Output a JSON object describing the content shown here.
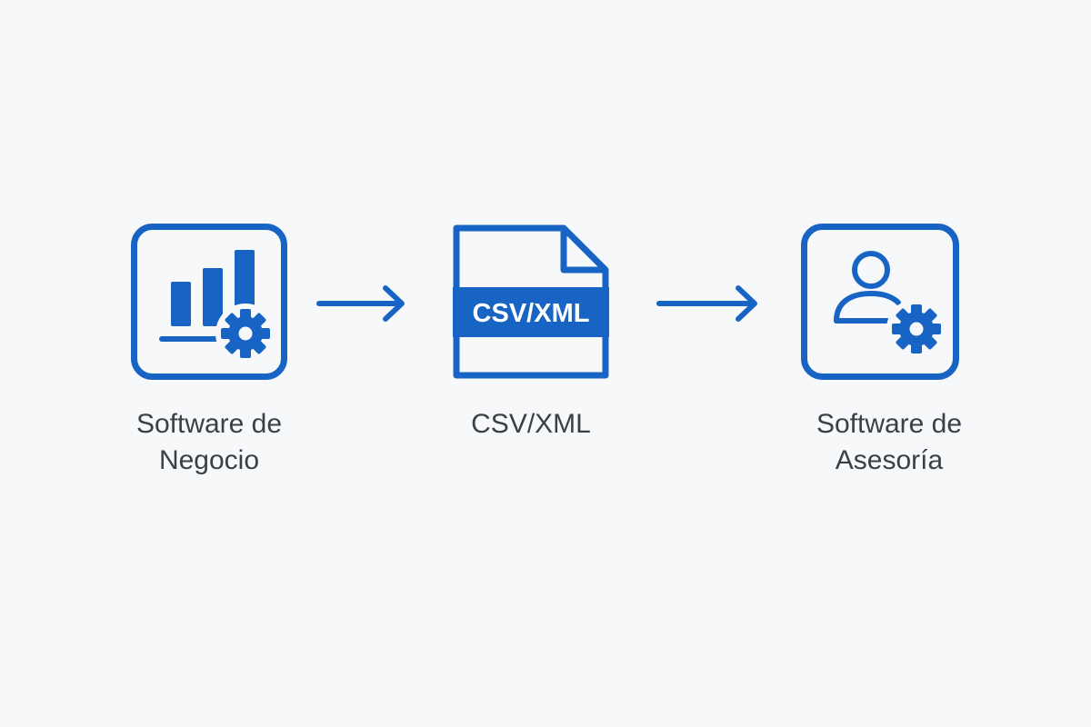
{
  "colors": {
    "accent": "#1764c4",
    "background": "#f7f8fa",
    "label_text": "#3b4048"
  },
  "nodes": [
    {
      "icon": "business-chart-gear-icon",
      "label_line1": "Software de",
      "label_line2": "Negocio"
    },
    {
      "icon": "csv-xml-file-icon",
      "badge": "CSV/XML",
      "label_line1": "CSV/XML"
    },
    {
      "icon": "advisor-user-gear-icon",
      "label_line1": "Software de",
      "label_line2": "Asesoría"
    }
  ],
  "arrows": [
    {
      "icon": "arrow-right-icon"
    },
    {
      "icon": "arrow-right-icon"
    }
  ]
}
